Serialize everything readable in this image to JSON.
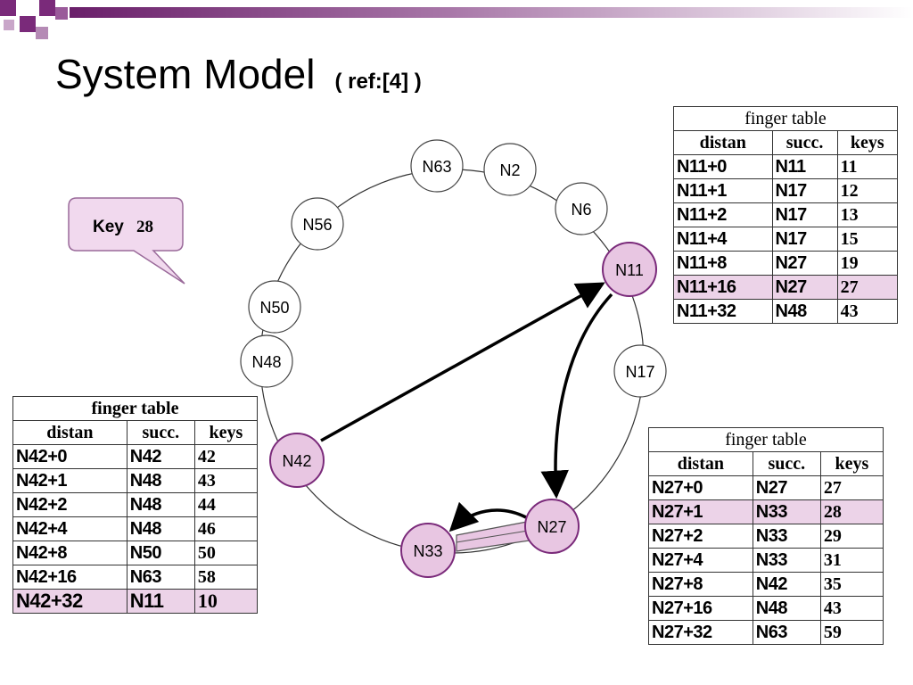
{
  "slide": {
    "title": "System Model",
    "ref": "( ref:[4] )"
  },
  "callout": {
    "key_label": "Key",
    "key_value": "28"
  },
  "ring": {
    "nodes": [
      "N63",
      "N2",
      "N6",
      "N11",
      "N17",
      "N27",
      "N33",
      "N42",
      "N48",
      "N50",
      "N56"
    ],
    "highlighted": [
      "N11",
      "N27",
      "N33",
      "N42"
    ]
  },
  "colors": {
    "highlight_fill": "#e8c6e2",
    "highlight_row": "#ecd3e8",
    "accent_purple": "#7a2a7a"
  },
  "finger_tables": {
    "n11": {
      "caption": "finger table",
      "headers": [
        "distan",
        "succ.",
        "keys"
      ],
      "rows": [
        [
          "N11+0",
          "N11",
          "11"
        ],
        [
          "N11+1",
          "N17",
          "12"
        ],
        [
          "N11+2",
          "N17",
          "13"
        ],
        [
          "N11+4",
          "N17",
          "15"
        ],
        [
          "N11+8",
          "N27",
          "19"
        ],
        [
          "N11+16",
          "N27",
          "27"
        ],
        [
          "N11+32",
          "N48",
          "43"
        ]
      ],
      "highlight_row": 5
    },
    "n27": {
      "caption": "finger table",
      "headers": [
        "distan",
        "succ.",
        "keys"
      ],
      "rows": [
        [
          "N27+0",
          "N27",
          "27"
        ],
        [
          "N27+1",
          "N33",
          "28"
        ],
        [
          "N27+2",
          "N33",
          "29"
        ],
        [
          "N27+4",
          "N33",
          "31"
        ],
        [
          "N27+8",
          "N42",
          "35"
        ],
        [
          "N27+16",
          "N48",
          "43"
        ],
        [
          "N27+32",
          "N63",
          "59"
        ]
      ],
      "highlight_row": 1
    },
    "n42": {
      "caption": "finger table",
      "headers": [
        "distan",
        "succ.",
        "keys"
      ],
      "rows": [
        [
          "N42+0",
          "N42",
          "42"
        ],
        [
          "N42+1",
          "N48",
          "43"
        ],
        [
          "N42+2",
          "N48",
          "44"
        ],
        [
          "N42+4",
          "N48",
          "46"
        ],
        [
          "N42+8",
          "N50",
          "50"
        ],
        [
          "N42+16",
          "N63",
          "58"
        ],
        [
          "N42+32",
          "N11",
          "10"
        ]
      ],
      "highlight_row": 6
    }
  }
}
